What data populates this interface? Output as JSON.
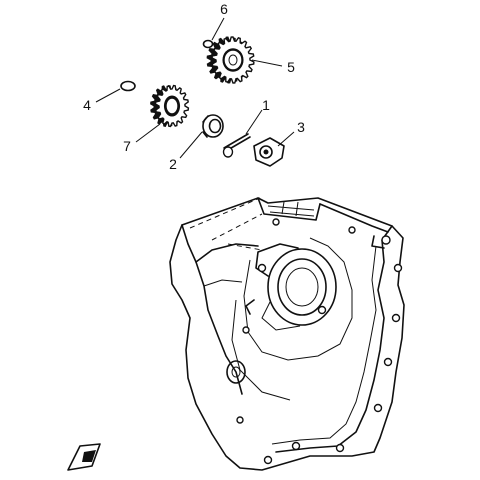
{
  "callouts": [
    {
      "id": "1",
      "label": "1"
    },
    {
      "id": "2",
      "label": "2"
    },
    {
      "id": "3",
      "label": "3"
    },
    {
      "id": "4",
      "label": "4"
    },
    {
      "id": "5",
      "label": "5"
    },
    {
      "id": "6",
      "label": "6"
    },
    {
      "id": "7",
      "label": "7"
    }
  ],
  "colors": {
    "ink": "#111111",
    "paper": "#ffffff"
  },
  "icons": {
    "direction": "front-arrow-icon"
  }
}
